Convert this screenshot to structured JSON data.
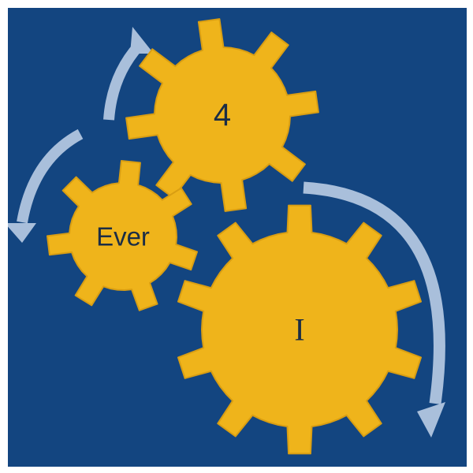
{
  "colors": {
    "background": "#134580",
    "gear_fill": "#efb41b",
    "gear_stroke": "#d99e12",
    "arrow": "#a9bfdb",
    "label_text": "#1b2d45"
  },
  "gears": [
    {
      "id": "top",
      "label": "4",
      "teeth": 8
    },
    {
      "id": "left",
      "label": "Ever",
      "teeth": 7
    },
    {
      "id": "bottom",
      "label": "I",
      "teeth": 10
    }
  ],
  "icons": {
    "arrow": "curved-arrow-icon"
  }
}
